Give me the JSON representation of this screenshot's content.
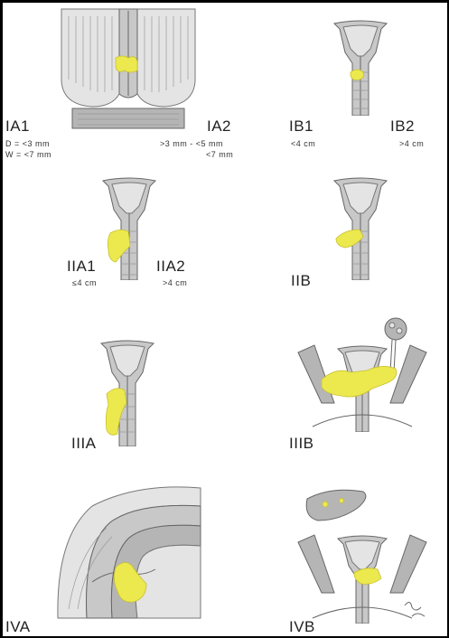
{
  "stages": {
    "ia1": "IA1",
    "ia2": "IA2",
    "ib1": "IB1",
    "ib2": "IB2",
    "iia1": "IIA1",
    "iia2": "IIA2",
    "iib": "IIB",
    "iiia": "IIIA",
    "iiib": "IIIB",
    "iva": "IVA",
    "ivb": "IVB"
  },
  "notes": {
    "ia1_depth": "D = <3 mm",
    "ia1_width": "W = <7 mm",
    "ia2_depth": ">3 mm - <5 mm",
    "ia2_width": "<7 mm",
    "ib1_size": "<4 cm",
    "ib2_size": ">4 cm",
    "iia1_size": "≤4 cm",
    "iia2_size": ">4 cm"
  },
  "colors": {
    "tumor": "#ece94f",
    "organ": "#c8c8c8",
    "outline": "#666666"
  }
}
